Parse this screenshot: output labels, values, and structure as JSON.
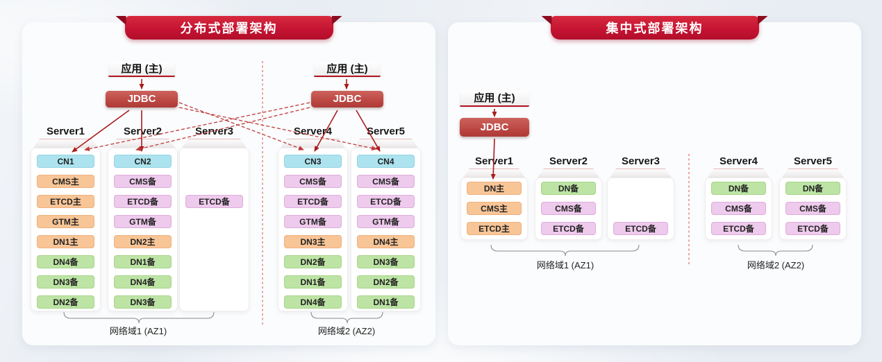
{
  "palette": {
    "ribbon_red": "#c31332",
    "ribbon_fold_red": "#8c0c1f",
    "jdbc_red": "#b8433f",
    "arrow_solid_red": "#a81b1b",
    "arrow_dashed_red": "#c03a3a",
    "divider_dashed_red": "#dd6a6a",
    "cn_cyan": "#ace3ef",
    "primary_orange": "#f8c597",
    "standby_pink": "#eecaec",
    "standby_green": "#bde4a4"
  },
  "left": {
    "title": "分布式部署架构",
    "groups": [
      {
        "app": "应用 (主)",
        "jdbc": "JDBC"
      },
      {
        "app": "应用 (主)",
        "jdbc": "JDBC"
      }
    ],
    "servers": [
      {
        "name": "Server1",
        "nodes": [
          {
            "label": "CN1",
            "role": "cn",
            "row": 0
          },
          {
            "label": "CMS主",
            "role": "primary",
            "row": 1
          },
          {
            "label": "ETCD主",
            "role": "primary",
            "row": 2
          },
          {
            "label": "GTM主",
            "role": "primary",
            "row": 3
          },
          {
            "label": "DN1主",
            "role": "primary",
            "row": 4
          },
          {
            "label": "DN4备",
            "role": "standby",
            "row": 5
          },
          {
            "label": "DN3备",
            "role": "standby",
            "row": 6
          },
          {
            "label": "DN2备",
            "role": "standby",
            "row": 7
          }
        ]
      },
      {
        "name": "Server2",
        "nodes": [
          {
            "label": "CN2",
            "role": "cn",
            "row": 0
          },
          {
            "label": "CMS备",
            "role": "standby",
            "row": 1
          },
          {
            "label": "ETCD备",
            "role": "standby",
            "row": 2
          },
          {
            "label": "GTM备",
            "role": "standby",
            "row": 3
          },
          {
            "label": "DN2主",
            "role": "primary",
            "row": 4
          },
          {
            "label": "DN1备",
            "role": "standby",
            "row": 5
          },
          {
            "label": "DN4备",
            "role": "standby",
            "row": 6
          },
          {
            "label": "DN3备",
            "role": "standby",
            "row": 7
          }
        ]
      },
      {
        "name": "Server3",
        "nodes": [
          {
            "label": "ETCD备",
            "role": "standby",
            "row": 2
          }
        ]
      },
      {
        "name": "Server4",
        "nodes": [
          {
            "label": "CN3",
            "role": "cn",
            "row": 0
          },
          {
            "label": "CMS备",
            "role": "standby",
            "row": 1
          },
          {
            "label": "ETCD备",
            "role": "standby",
            "row": 2
          },
          {
            "label": "GTM备",
            "role": "standby",
            "row": 3
          },
          {
            "label": "DN3主",
            "role": "primary",
            "row": 4
          },
          {
            "label": "DN2备",
            "role": "standby",
            "row": 5
          },
          {
            "label": "DN1备",
            "role": "standby",
            "row": 6
          },
          {
            "label": "DN4备",
            "role": "standby",
            "row": 7
          }
        ]
      },
      {
        "name": "Server5",
        "nodes": [
          {
            "label": "CN4",
            "role": "cn",
            "row": 0
          },
          {
            "label": "CMS备",
            "role": "standby",
            "row": 1
          },
          {
            "label": "ETCD备",
            "role": "standby",
            "row": 2
          },
          {
            "label": "GTM备",
            "role": "standby",
            "row": 3
          },
          {
            "label": "DN4主",
            "role": "primary",
            "row": 4
          },
          {
            "label": "DN3备",
            "role": "standby",
            "row": 5
          },
          {
            "label": "DN2备",
            "role": "standby",
            "row": 6
          },
          {
            "label": "DN1备",
            "role": "standby",
            "row": 7
          }
        ]
      }
    ],
    "zones": [
      {
        "label": "网络域1 (AZ1)"
      },
      {
        "label": "网络域2 (AZ2)"
      }
    ]
  },
  "right": {
    "title": "集中式部署架构",
    "app": "应用 (主)",
    "jdbc": "JDBC",
    "servers": [
      {
        "name": "Server1",
        "nodes": [
          {
            "label": "DN主",
            "role": "primary",
            "row": 0
          },
          {
            "label": "CMS主",
            "role": "primary",
            "row": 1
          },
          {
            "label": "ETCD主",
            "role": "primary",
            "row": 2
          }
        ]
      },
      {
        "name": "Server2",
        "nodes": [
          {
            "label": "DN备",
            "role": "standby",
            "row": 0
          },
          {
            "label": "CMS备",
            "role": "standby",
            "row": 1
          },
          {
            "label": "ETCD备",
            "role": "standby",
            "row": 2
          }
        ]
      },
      {
        "name": "Server3",
        "nodes": [
          {
            "label": "ETCD备",
            "role": "standby",
            "row": 2
          }
        ]
      },
      {
        "name": "Server4",
        "nodes": [
          {
            "label": "DN备",
            "role": "standby",
            "row": 0
          },
          {
            "label": "CMS备",
            "role": "standby",
            "row": 1
          },
          {
            "label": "ETCD备",
            "role": "standby",
            "row": 2
          }
        ]
      },
      {
        "name": "Server5",
        "nodes": [
          {
            "label": "DN备",
            "role": "standby",
            "row": 0
          },
          {
            "label": "CMS备",
            "role": "standby",
            "row": 1
          },
          {
            "label": "ETCD备",
            "role": "standby",
            "row": 2
          }
        ]
      }
    ],
    "zones": [
      {
        "label": "网络域1 (AZ1)"
      },
      {
        "label": "网络域2 (AZ2)"
      }
    ]
  }
}
